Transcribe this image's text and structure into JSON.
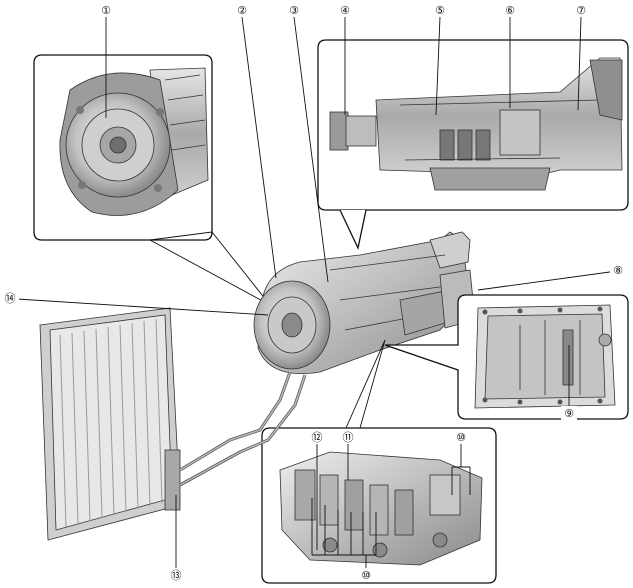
{
  "callouts": [
    {
      "id": "c1",
      "label": "①"
    },
    {
      "id": "c2",
      "label": "②"
    },
    {
      "id": "c3",
      "label": "③"
    },
    {
      "id": "c4",
      "label": "④"
    },
    {
      "id": "c5",
      "label": "⑤"
    },
    {
      "id": "c6",
      "label": "⑥"
    },
    {
      "id": "c7",
      "label": "⑦"
    },
    {
      "id": "c8",
      "label": "⑧"
    },
    {
      "id": "c9",
      "label": "⑨"
    },
    {
      "id": "c10a",
      "label": "⑩"
    },
    {
      "id": "c10b",
      "label": "⑩"
    },
    {
      "id": "c11",
      "label": "⑪"
    },
    {
      "id": "c12",
      "label": "⑫"
    },
    {
      "id": "c13",
      "label": "⑬"
    },
    {
      "id": "c14",
      "label": "⑭"
    }
  ],
  "colors": {
    "metal_light": "#d9d9d9",
    "metal_mid": "#b3b3b3",
    "metal_dark": "#7a7a7a",
    "outline": "#111111"
  }
}
